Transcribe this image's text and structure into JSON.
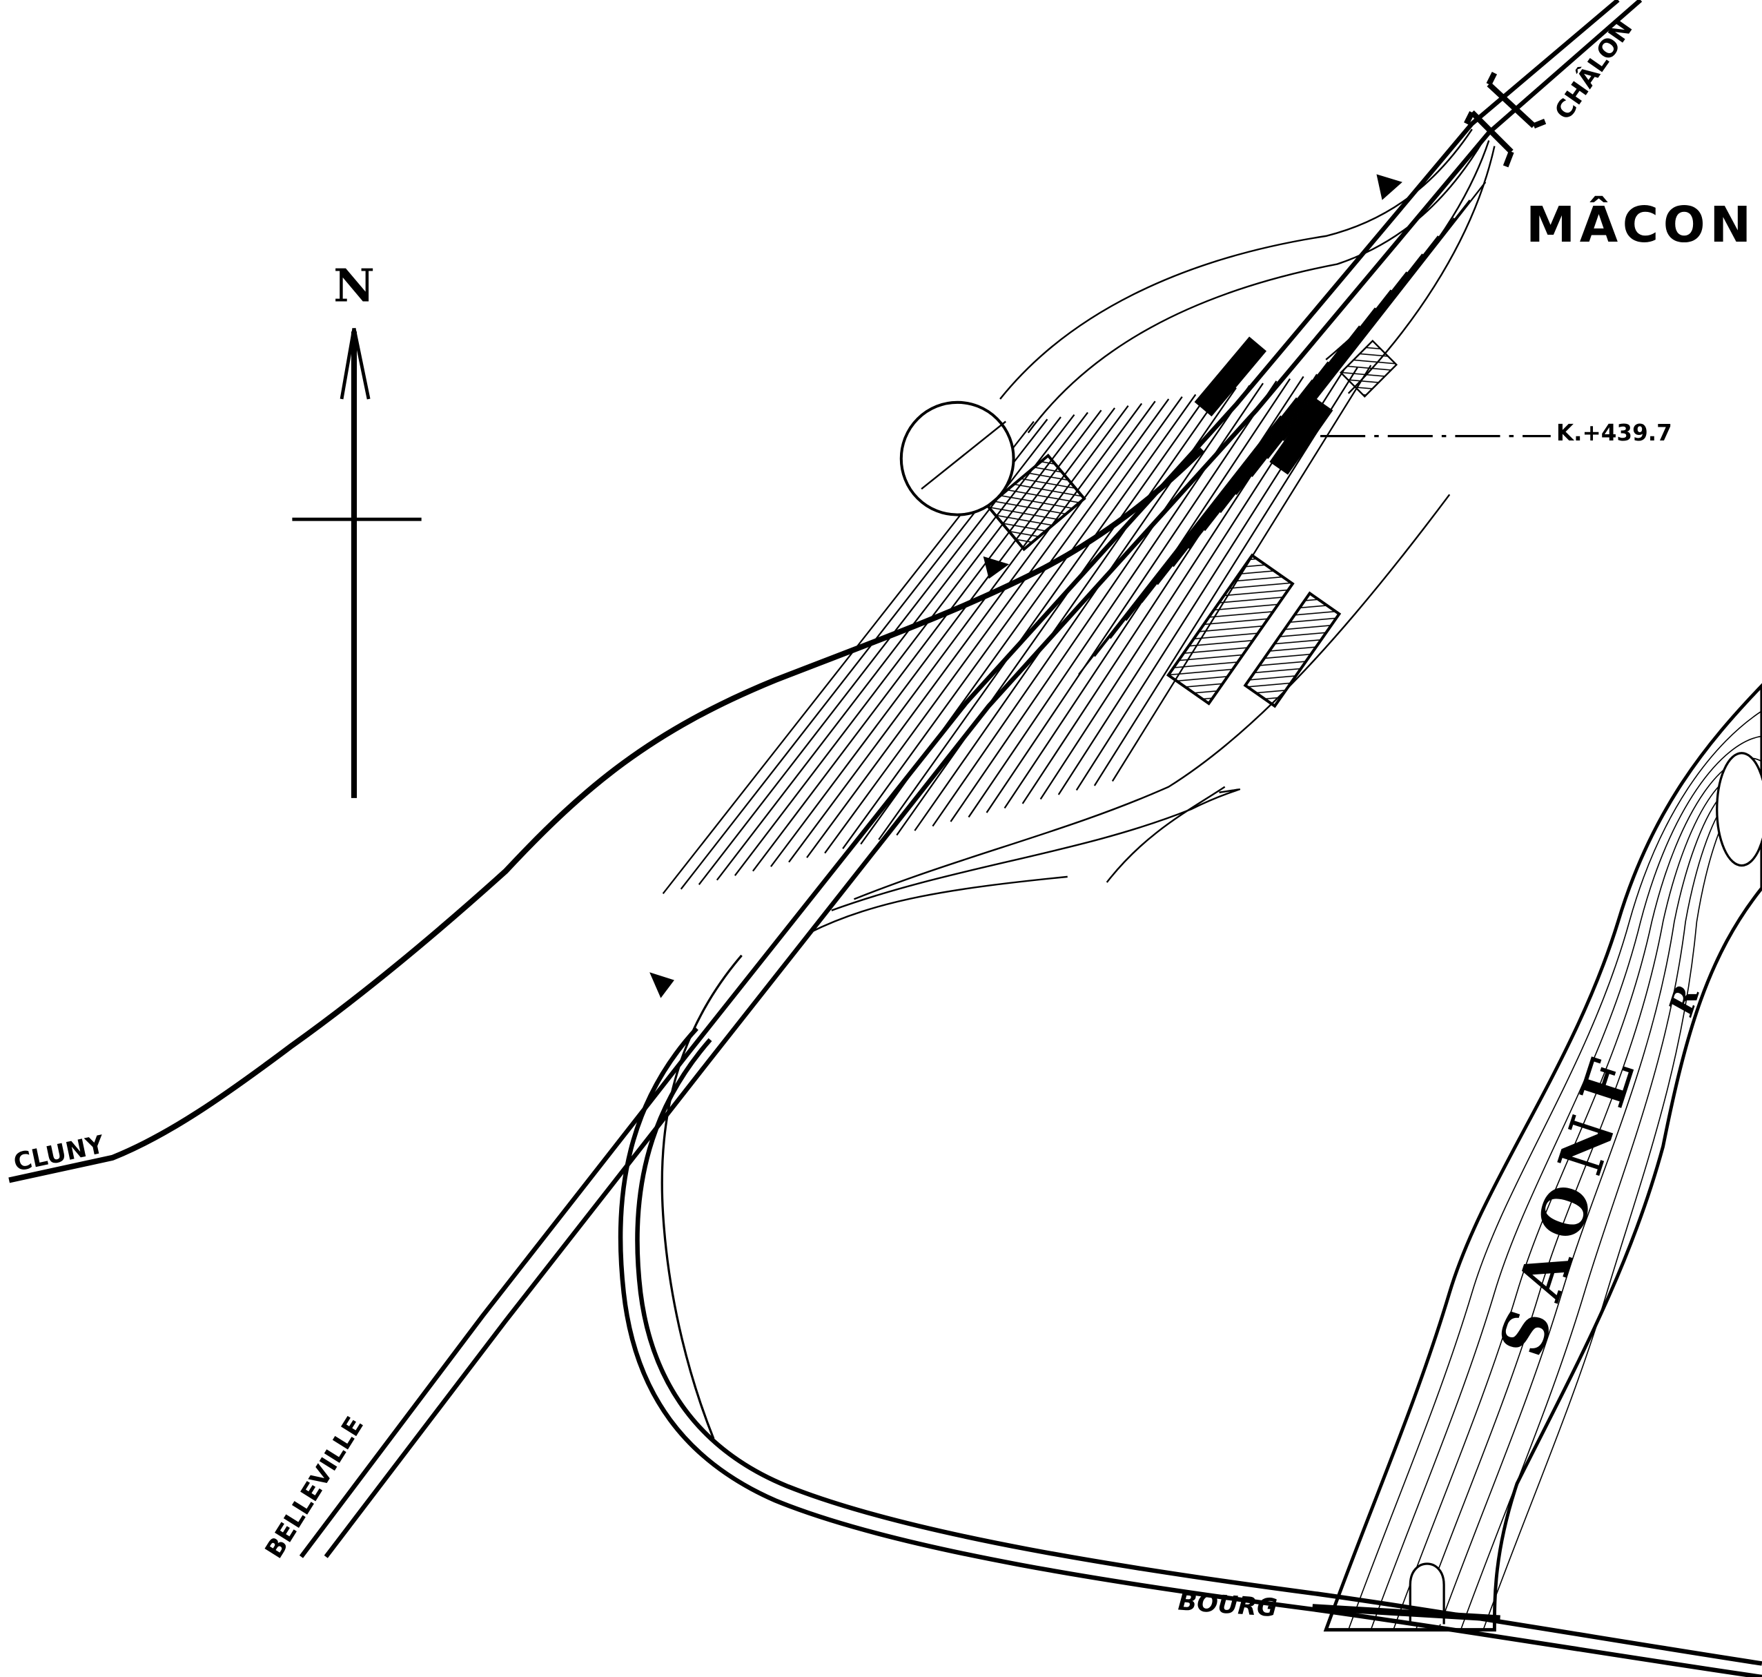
{
  "title": "MÂCON",
  "compass": {
    "label": "N"
  },
  "destinations": {
    "north": "CHÂLON",
    "west": "CLUNY",
    "southwest": "BELLEVILLE",
    "southeast": "BOURG"
  },
  "kilometre_marker": "K.+439.7",
  "river": {
    "name": "SAONE",
    "abbrev": "R"
  },
  "colors": {
    "ink": "#000000",
    "paper": "#ffffff"
  }
}
